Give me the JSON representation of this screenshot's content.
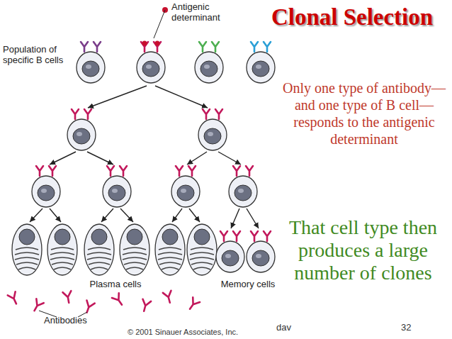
{
  "diagram": {
    "title": "Clonal Selection",
    "labels": [
      "Antigenic determinant",
      "Population of specific B cells",
      "Only one type of antibody—and one type of B cell—responds to the antigenic determinant",
      "That cell type then produces a large number of clones",
      "Plasma cells",
      "Memory cells",
      "Antibodies",
      "© 2001 Sinauer Associates, Inc.",
      "dav",
      "32"
    ]
  }
}
